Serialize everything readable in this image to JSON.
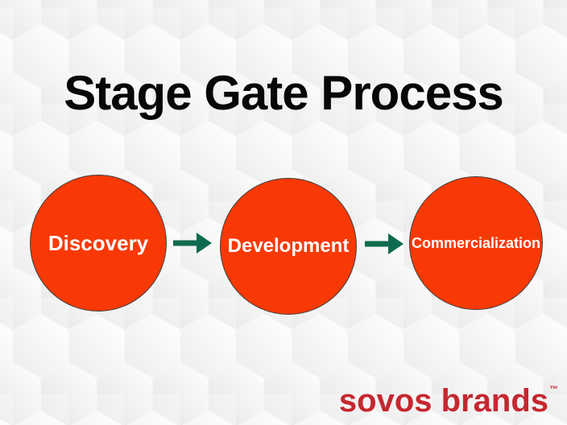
{
  "slide": {
    "title": "Stage Gate Process",
    "process": {
      "type": "linear-stage-gate",
      "stages": [
        {
          "label": "Discovery"
        },
        {
          "label": "Development"
        },
        {
          "label": "Commercialization"
        }
      ],
      "connector": "right-arrow"
    },
    "brand": {
      "name": "sovos brands",
      "trademark": "™"
    }
  },
  "colors": {
    "bg-base": "#F6F6F6",
    "hex-shade": "#E5E5E5",
    "title-text": "#070707",
    "stage-fill": "#F93905",
    "stage-border": "#3F3F3F",
    "stage-text": "#FFFFFF",
    "arrow-green": "#0F6B4F",
    "brand-red": "#C5272F"
  }
}
